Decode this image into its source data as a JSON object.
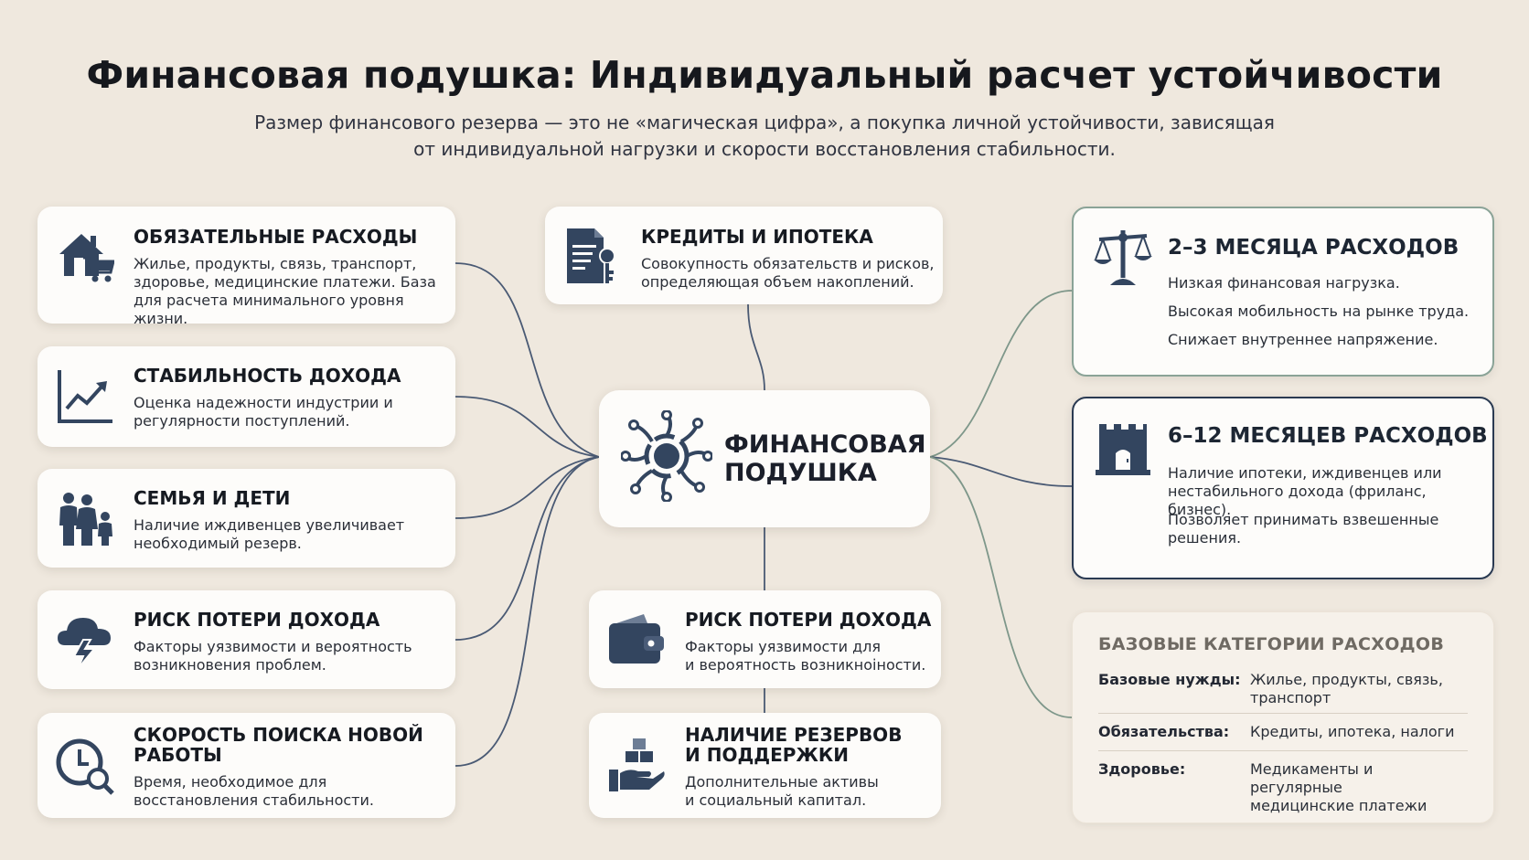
{
  "title": "Финансовая подушка: Индивидуальный расчет устойчивости",
  "subtitle_line1": "Размер финансового резерва — это не «магическая цифра», а покупка личной устойчивости, зависящая",
  "subtitle_line2": "от индивидуальной нагрузки и скорости восстановления стабильности.",
  "center": {
    "line1": "ФИНАНСОВАЯ",
    "line2": "ПОДУШКА",
    "icon": "network-hub-icon"
  },
  "left_cards": [
    {
      "title": "ОБЯЗАТЕЛЬНЫЕ РАСХОДЫ",
      "desc1": "Жилье, продукты, связь, транспорт,",
      "desc2": "здоровье, медицинские платежи. База",
      "desc3": "для расчета минимального уровня жизни.",
      "icon": "house-cart-icon"
    },
    {
      "title": "СТАБИЛЬНОСТЬ ДОХОДА",
      "desc1": "Оценка надежности индустрии и",
      "desc2": "регулярности поступлений.",
      "icon": "trend-chart-icon"
    },
    {
      "title": "СЕМЬЯ И ДЕТИ",
      "desc1": "Наличие иждивенцев увеличивает",
      "desc2": "необходимый резерв.",
      "icon": "family-icon"
    },
    {
      "title": "РИСК ПОТЕРИ ДОХОДА",
      "desc1": "Факторы уязвимости и вероятность",
      "desc2": "возникновения проблем.",
      "icon": "storm-cloud-icon"
    },
    {
      "title1": "СКОРОСТЬ ПОИСКА НОВОЙ",
      "title2": "РАБОТЫ",
      "desc1": "Время, необходимое для",
      "desc2": "восстановления стабильности.",
      "icon": "clock-search-icon"
    }
  ],
  "middle_cards": [
    {
      "title": "КРЕДИТЫ И ИПОТЕКА",
      "desc1": "Совокупность обязательств и рисков,",
      "desc2": "определяющая объем накоплений.",
      "icon": "document-key-icon"
    },
    {
      "title": "РИСК ПОТЕРИ ДОХОДА",
      "desc1": "Факторы уязвимости для",
      "desc2": "и вероятность возникноіности.",
      "icon": "wallet-icon"
    },
    {
      "title1": "НАЛИЧИЕ РЕЗЕРВОВ",
      "title2": "И ПОДДЕРЖКИ",
      "desc1": "Дополнительные активы",
      "desc2": "и социальный капитал.",
      "icon": "hand-boxes-icon"
    }
  ],
  "right_cards": [
    {
      "title": "2–3 МЕСЯЦА РАСХОДОВ",
      "line1": "Низкая финансовая нагрузка.",
      "line2": "Высокая мобильность на рынке труда.",
      "line3": "Снижает внутреннее напряжение.",
      "icon": "scales-icon"
    },
    {
      "title": "6–12 МЕСЯЦЕВ РАСХОДОВ",
      "line1": "Наличие ипотеки, иждивенцев или",
      "line2": "нестабильного дохода (фриланс, бизнес).",
      "line3": "Позволяет принимать взвешенные",
      "line4": "решения.",
      "icon": "fortress-icon"
    }
  ],
  "base_categories": {
    "title": "БАЗОВЫЕ КАТЕГОРИИ РАСХОДОВ",
    "rows": [
      {
        "key": "Базовые нужды:",
        "val1": "Жилье, продукты, связь,",
        "val2": "транспорт"
      },
      {
        "key": "Обязательства:",
        "val1": "Кредиты, ипотека, налоги",
        "val2": ""
      },
      {
        "key": "Здоровье:",
        "val1": "Медикаменты и регулярные",
        "val2": "медицинские платежи"
      }
    ]
  },
  "colors": {
    "background": "#efe8de",
    "card": "#fdfcfa",
    "icon_navy": "#33455f",
    "link_navy": "#4a5a74",
    "link_green": "#7e978a",
    "border_green": "#8aa397",
    "border_navy": "#2a3a52"
  }
}
